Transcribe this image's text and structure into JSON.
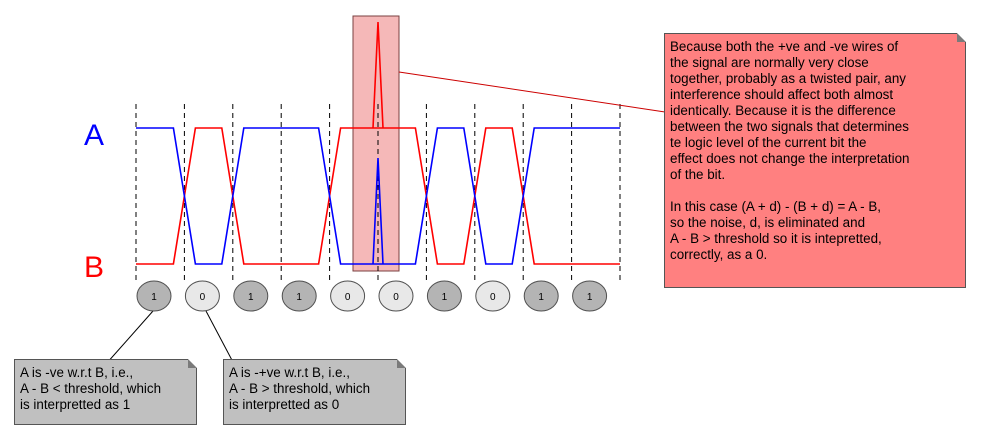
{
  "signal_labels": {
    "a": "A",
    "b": "B"
  },
  "colors": {
    "a": "#0000ff",
    "b": "#ff0000",
    "highlight": "#f5b8b8",
    "note_red": "#ff8080",
    "note_gray": "#c0c0c0"
  },
  "bits": [
    "1",
    "0",
    "1",
    "1",
    "0",
    "0",
    "1",
    "0",
    "1",
    "1"
  ],
  "main_note": {
    "paragraph1": "Because both the +ve and -ve wires of\nthe signal are normally very close\ntogether, probably as a twisted pair, any\ninterference should affect both almost\nidentically. Because it is the difference\nbetween the two signals that determines\nte logic level of the current bit the\neffect does not change the interpretation\nof the bit.",
    "paragraph2": "In this case (A + d) - (B + d) = A - B,\nso the noise, d, is eliminated and\nA - B > threshold so it is intepretted,\ncorrectly, as a 0."
  },
  "note_one": {
    "text": "A is -ve w.r.t B, i.e.,\nA - B < threshold, which\nis interpretted as 1"
  },
  "note_zero": {
    "text": "A is -+ve w.r.t B, i.e.,\nA - B > threshold, which\nis interpretted as 0"
  }
}
